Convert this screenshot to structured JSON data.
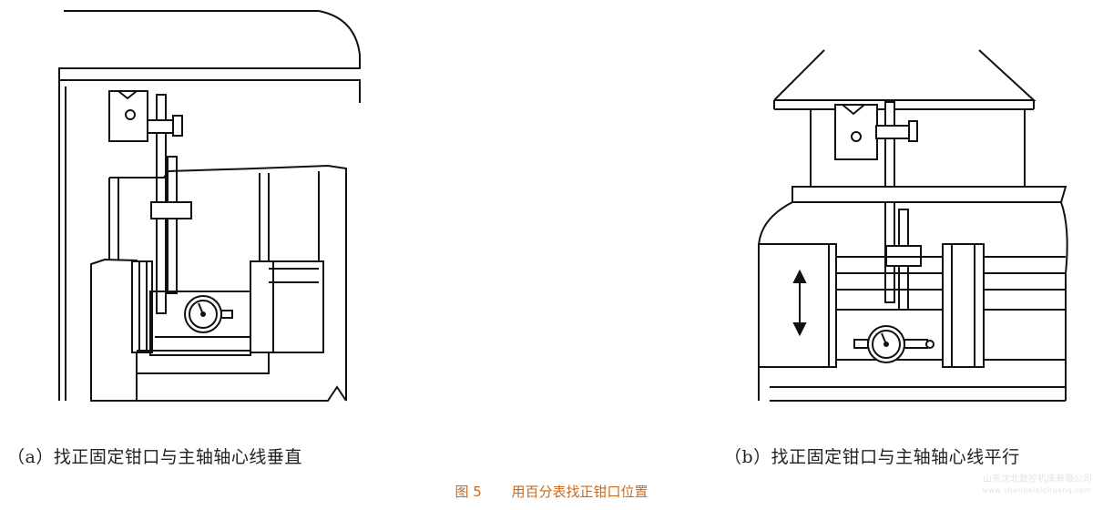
{
  "captions": {
    "a": "（a）找正固定钳口与主轴轴心线垂直",
    "b": "（b）找正固定钳口与主轴轴心线平行"
  },
  "figure": {
    "number": "图 5",
    "title": "用百分表找正钳口位置"
  },
  "watermark": {
    "company": "山东沈北数控机床有限公司",
    "url": "www.shenbeixichuang.com"
  }
}
